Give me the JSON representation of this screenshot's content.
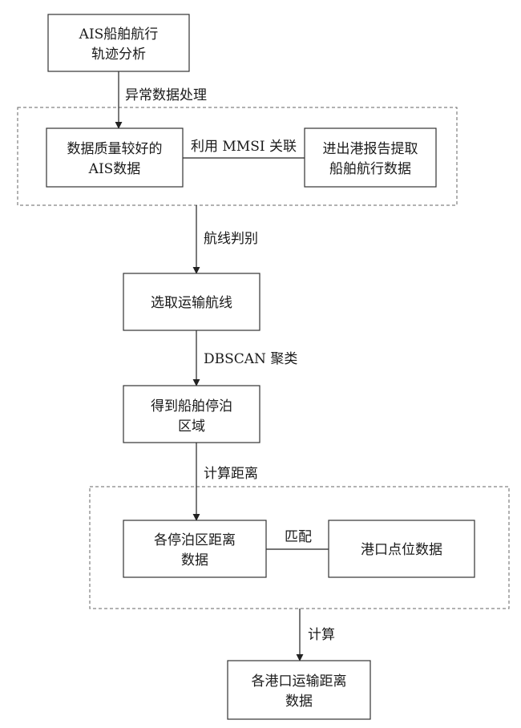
{
  "nodes": {
    "ais_analysis": {
      "lines": [
        "AIS船舶航行",
        "轨迹分析"
      ]
    },
    "good_ais": {
      "lines": [
        "数据质量较好的",
        "AIS数据"
      ]
    },
    "port_report": {
      "lines": [
        "进出港报告提取",
        "船舶航行数据"
      ]
    },
    "select_route": {
      "lines": [
        "选取运输航线"
      ]
    },
    "berth_area": {
      "lines": [
        "得到船舶停泊",
        "区域"
      ]
    },
    "berth_distance": {
      "lines": [
        "各停泊区距离",
        "数据"
      ]
    },
    "port_points": {
      "lines": [
        "港口点位数据"
      ]
    },
    "port_distance": {
      "lines": [
        "各港口运输距离",
        "数据"
      ]
    }
  },
  "edges": {
    "anomaly": "异常数据处理",
    "mmsi": "利用 MMSI 关联",
    "route_judge": "航线判别",
    "dbscan": "DBSCAN 聚类",
    "calc_distance": "计算距离",
    "match": "匹配",
    "calc": "计算"
  }
}
